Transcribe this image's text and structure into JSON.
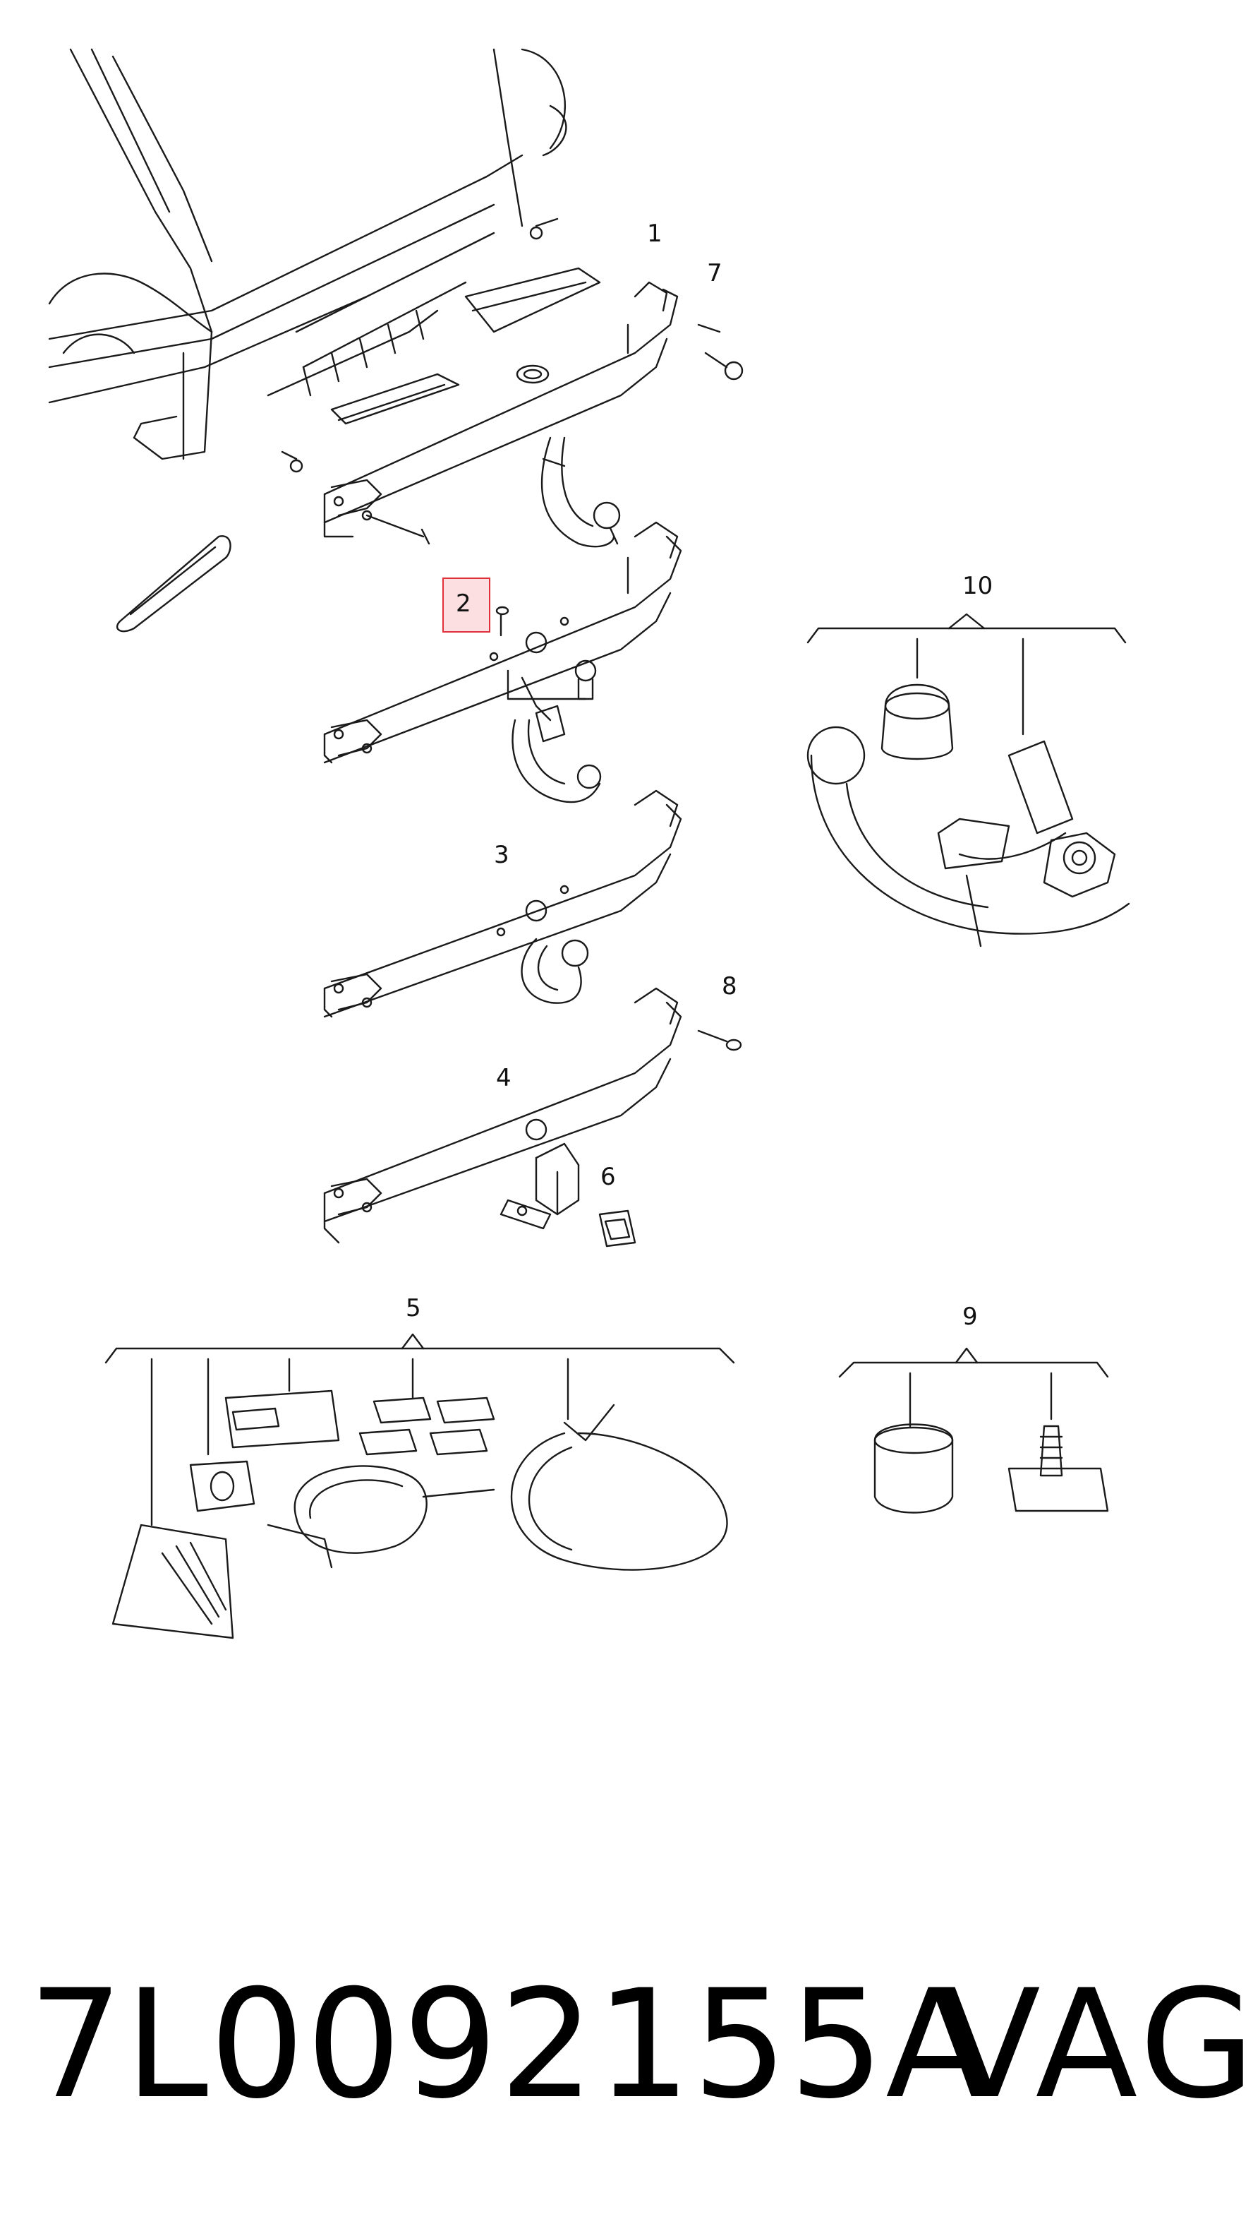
{
  "callouts": {
    "c1": "1",
    "c2": "2",
    "c3": "3",
    "c4": "4",
    "c5": "5",
    "c6": "6",
    "c7": "7",
    "c8": "8",
    "c9": "9",
    "c10": "10"
  },
  "highlighted_callout": "2",
  "footer": {
    "part_number": "7L0092155A",
    "brand": "VAG"
  },
  "colors": {
    "line": "#1a1a1a",
    "highlight_border": "#e0303a",
    "highlight_fill": "#f0505a"
  }
}
